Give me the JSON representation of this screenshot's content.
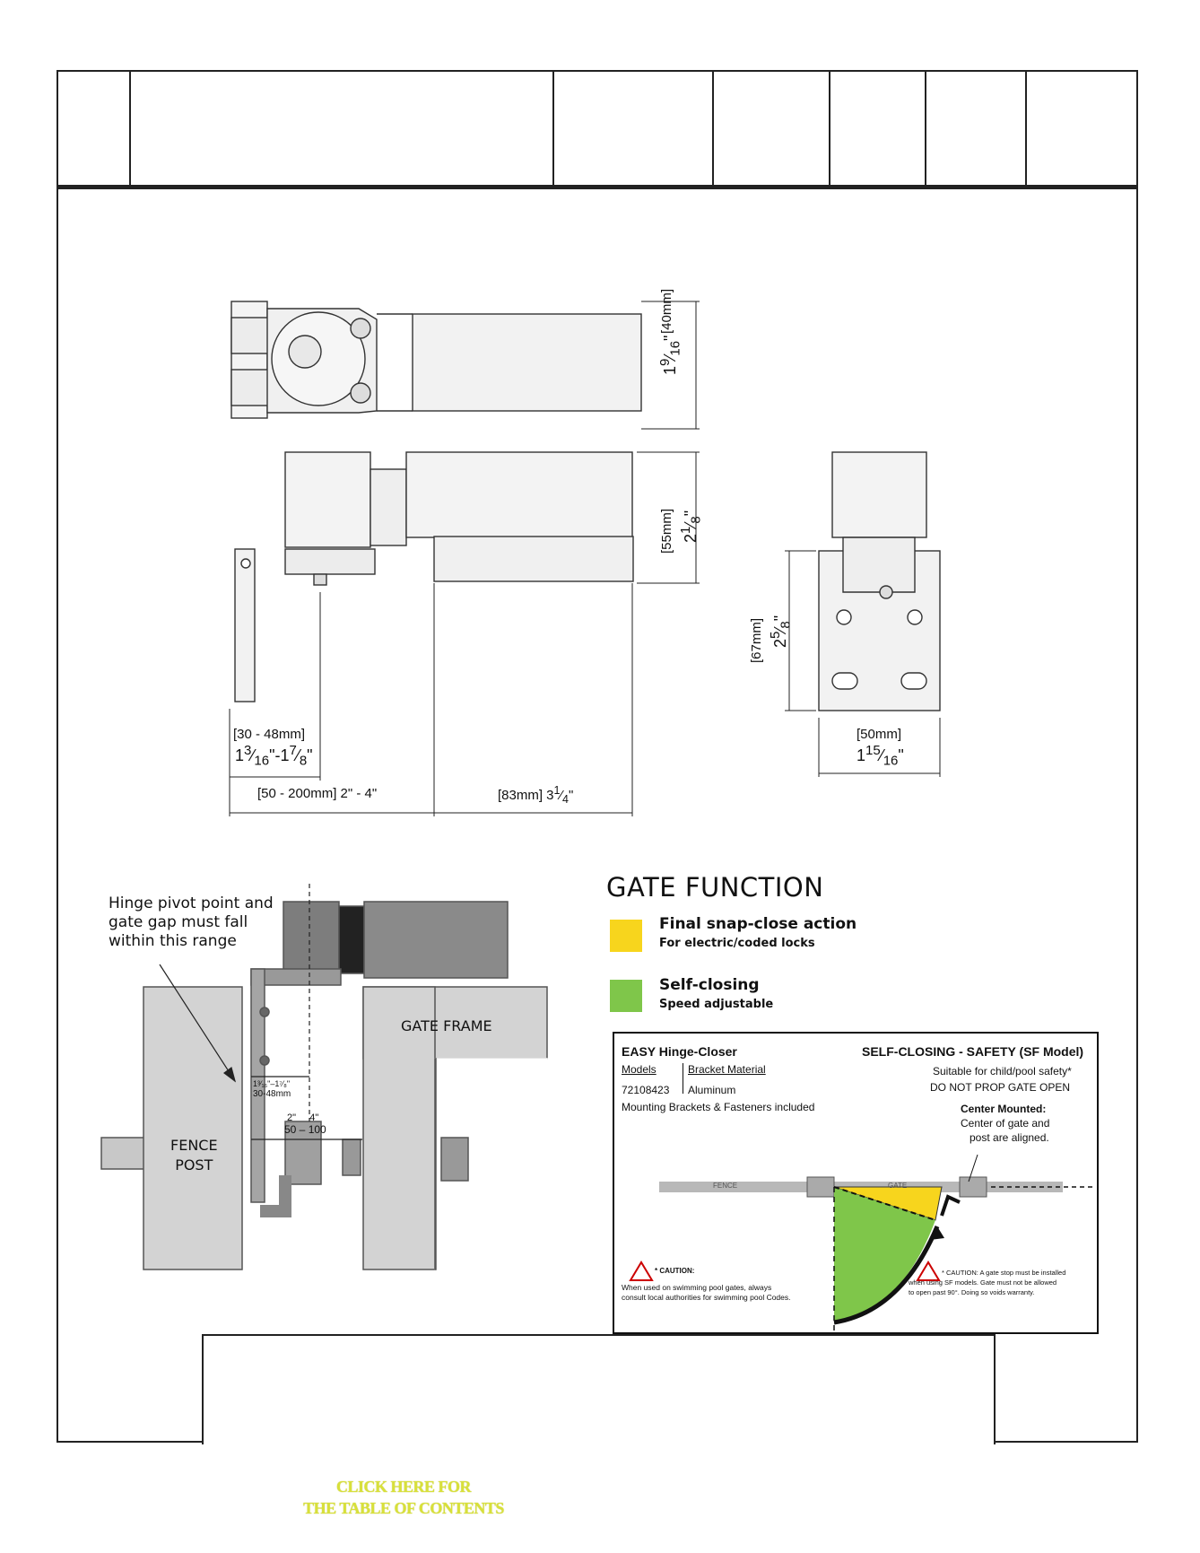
{
  "dimensions": {
    "top_height_mm": "[40mm]",
    "top_height_in": "1",
    "top_height_frac_num": "9",
    "top_height_frac_den": "16",
    "body_height_mm": "[55mm]",
    "body_height_in": "2",
    "body_height_frac_num": "1",
    "body_height_frac_den": "8",
    "side_height_mm": "[67mm]",
    "side_height_in": "2",
    "side_height_frac_num": "5",
    "side_height_frac_den": "8",
    "bracket_range_mm": "[30 - 48mm]",
    "bracket_range_in_a": "1",
    "bracket_range_a_num": "3",
    "bracket_range_a_den": "16",
    "bracket_range_mid": "\"-1",
    "bracket_range_b_num": "7",
    "bracket_range_b_den": "8",
    "span_mm_in": "[50 - 200mm] 2\" - 4\"",
    "body_len_mm": "[83mm] 3",
    "body_len_num": "1",
    "body_len_den": "4",
    "side_width_mm": "[50mm]",
    "side_width_in": "1",
    "side_width_num": "15",
    "side_width_den": "16"
  },
  "install_diagram": {
    "callout": [
      "Hinge pivot point and",
      "gate gap must fall",
      "within this range"
    ],
    "gate_frame": "GATE FRAME",
    "fence_post": [
      "FENCE",
      "POST"
    ],
    "range_in": "1³⁄₁₆\"–1⁷⁄₈\"",
    "range_mm": "30-48mm",
    "gap_in": "2\"     4\"",
    "gap_mm": "50 – 100"
  },
  "gate_function": {
    "title": "GATE FUNCTION",
    "items": [
      {
        "label": "Final snap-close action",
        "sub": "For electric/coded locks",
        "color": "#f7d51d"
      },
      {
        "label": "Self-closing",
        "sub": "Speed adjustable",
        "color": "#7fc64a"
      }
    ]
  },
  "card": {
    "product": "EASY Hinge-Closer",
    "heading": "SELF-CLOSING - SAFETY (SF Model)",
    "col_models": "Models",
    "col_material": "Bracket Material",
    "model_no": "72108423",
    "material": "Aluminum",
    "included": "Mounting Brackets & Fasteners included",
    "suitable": "Suitable for child/pool safety*",
    "no_prop": "DO NOT PROP GATE OPEN",
    "center_title": "Center Mounted:",
    "center_1": "Center of gate and",
    "center_2": "post are aligned.",
    "fence_label": "FENCE",
    "gate_label": "GATE",
    "caution_left_title": "* CAUTION:",
    "caution_left_1": "When used on swimming pool gates, always",
    "caution_left_2": "consult local authorities for swimming pool Codes.",
    "caution_right_1": "* CAUTION: A gate stop must be installed",
    "caution_right_2": "when using SF models. Gate must not be allowed",
    "caution_right_3": "to open past 90°. Doing so voids warranty."
  },
  "toc": {
    "line1": "CLICK HERE FOR",
    "line2": "THE TABLE OF CONTENTS"
  },
  "colors": {
    "yellow": "#f7d51d",
    "green": "#7fc64a",
    "toc": "#d8e03a"
  }
}
